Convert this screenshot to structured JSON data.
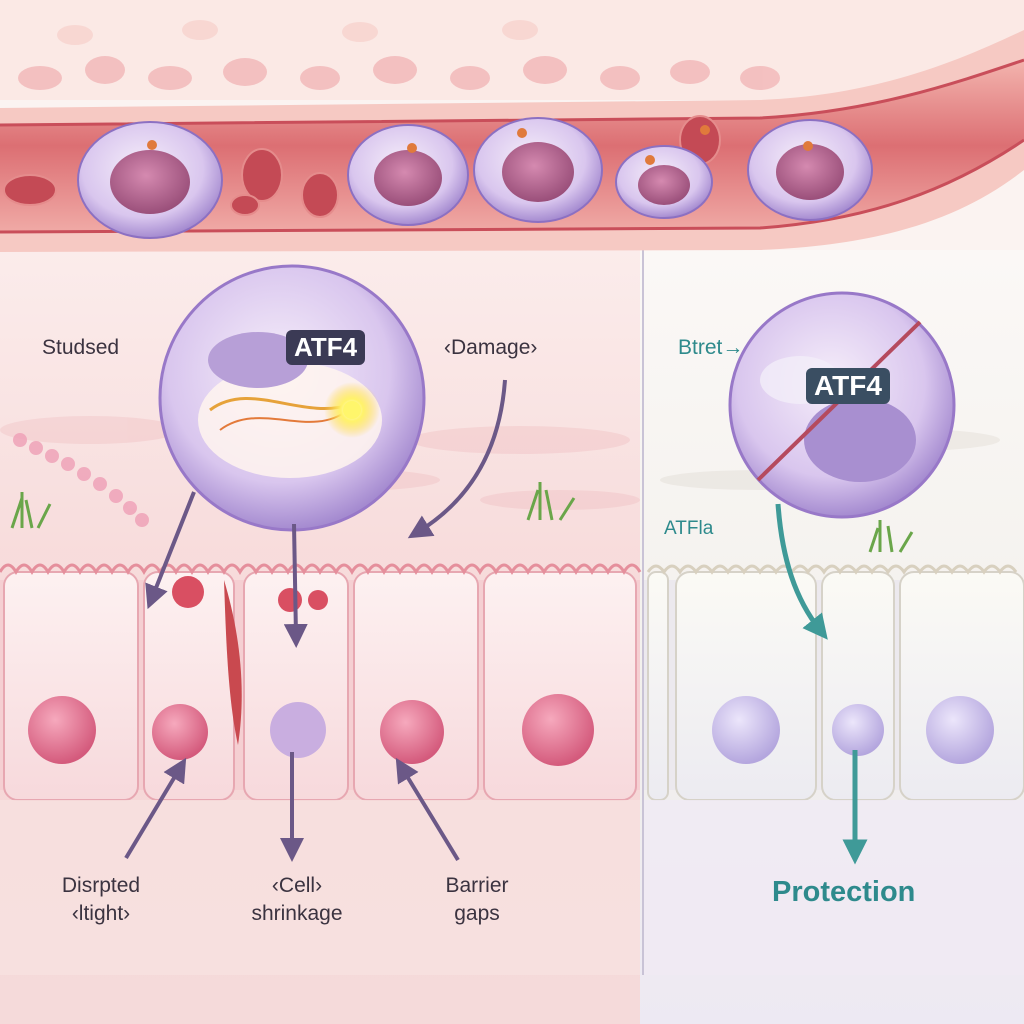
{
  "labels": {
    "stressed": "Studsed",
    "damage": "‹Damage›",
    "atf4_left": "ATF4",
    "disrupted_line1": "Disrpted",
    "disrupted_line2": "‹ltight›",
    "cell_line1": "‹Cell›",
    "cell_line2": "shrinkage",
    "barrier_line1": "Barrier",
    "barrier_line2": "gaps",
    "stress_right": "Btret→",
    "atf4_right": "ATF4",
    "atf4a": "ATFla",
    "protection": "Protection"
  },
  "colors": {
    "stressed_panel": "#f7dcdc",
    "protected_panel": "#f3f0f6",
    "cell_pink": "#e98aa3",
    "cell_lavender": "#b9a9de",
    "arrow_purple": "#6b5887",
    "arrow_teal": "#3f9a98",
    "vessel": "#d9646a",
    "badge_bg": "#3b3a55",
    "protection_text": "#2e8a8c"
  }
}
